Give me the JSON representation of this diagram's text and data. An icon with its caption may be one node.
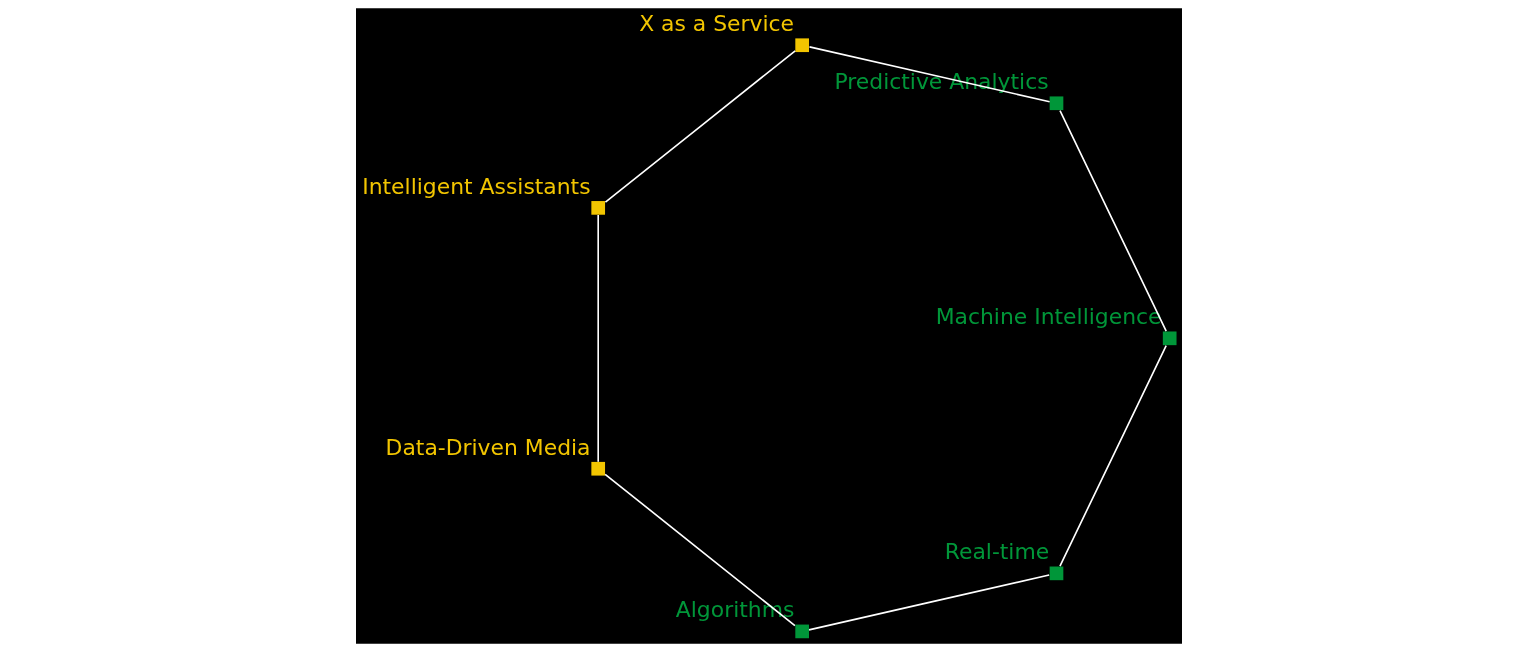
{
  "diagram": {
    "nodes": [
      {
        "text": [],
        "shape": "box",
        "beside": [
          "Real-time"
        ]
      },
      {
        "text": [],
        "shape": "box",
        "beside": [
          "Algorithms"
        ]
      },
      {
        "text": [],
        "shape": "box",
        "beside": [
          "Data-Driven Media"
        ]
      },
      {
        "text": [],
        "shape": "box",
        "beside": [
          "Intelligent Assistants"
        ]
      },
      {
        "text": [],
        "shape": "box",
        "beside": [
          "X as a Service"
        ]
      },
      {
        "text": [],
        "shape": "box",
        "beside": [
          "Predictive Analytics"
        ]
      },
      {
        "text": [],
        "shape": "box",
        "beside": [
          "Machine Intelligence"
        ]
      }
    ],
    "edges": [
      {
        "from": 0,
        "to": 1,
        "arrow": "none"
      },
      {
        "from": 1,
        "to": 2,
        "arrow": "none"
      },
      {
        "from": 2,
        "to": 3,
        "arrow": "none"
      },
      {
        "from": 3,
        "to": 4,
        "arrow": "none"
      },
      {
        "from": 4,
        "to": 5,
        "arrow": "none"
      },
      {
        "from": 5,
        "to": 6,
        "arrow": "none"
      },
      {
        "from": 6,
        "to": 0,
        "arrow": "none"
      }
    ]
  }
}
